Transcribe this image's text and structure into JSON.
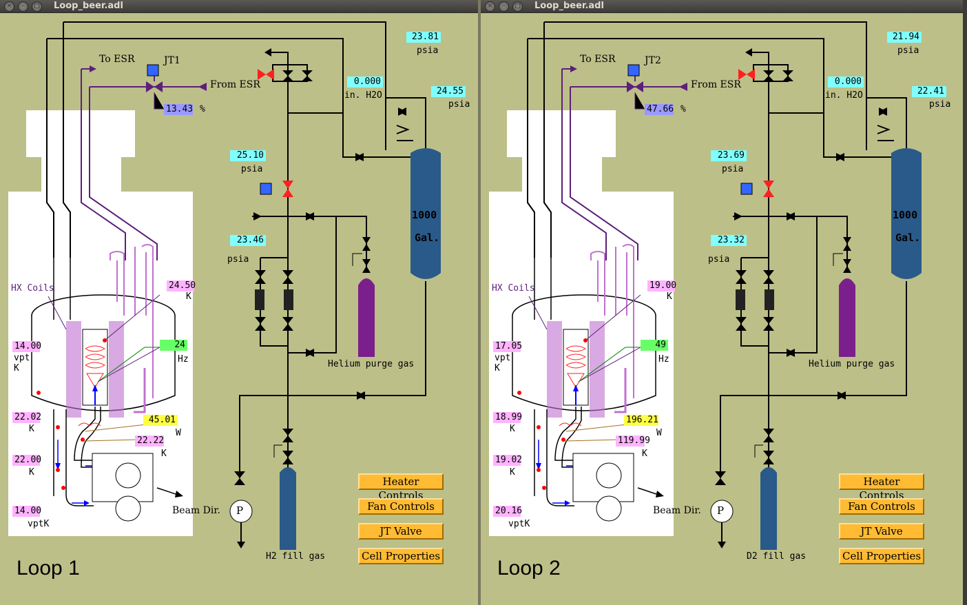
{
  "windows": [
    {
      "title": "Loop_beer.adl",
      "loop_label": "Loop 1",
      "jt_label": "JT1",
      "jt_percent": "13.43",
      "percent_unit": "%",
      "to_esr": "To ESR",
      "from_esr": "From ESR",
      "top_pressure": "23.81",
      "top_pressure_unit": "psia",
      "h2o_value": "0.000",
      "h2o_unit": "in. H2O",
      "tank_pressure": "24.55",
      "tank_pressure_unit": "psia",
      "mid_pressure": "25.10",
      "mid_pressure_unit": "psia",
      "low_pressure": "23.46",
      "low_pressure_unit": "psia",
      "tank_label_1": "1000",
      "tank_label_2": "Gal.",
      "hx_coils": "HX Coils",
      "temp_top_right": "24.50",
      "temp_top_right_unit": "K",
      "fan_hz": "24",
      "fan_hz_unit": "Hz",
      "vpt_value": "14.00",
      "vpt_label": "vpt",
      "vpt_unit": "K",
      "heater_w": "45.01",
      "heater_w_unit": "W",
      "temp_a": "22.02",
      "temp_a_unit": "K",
      "temp_b": "22.22",
      "temp_b_unit": "K",
      "temp_c": "22.00",
      "temp_c_unit": "K",
      "vptk_value": "14.00",
      "vptk_label": "vptK",
      "purge_label": "Helium purge gas",
      "fill_label": "H2 fill gas",
      "beam_label": "Beam Dir.",
      "pump_label": "P",
      "buttons": [
        "Heater Controls",
        "Fan Controls",
        "JT Valve",
        "Cell Properties"
      ]
    },
    {
      "title": "Loop_beer.adl",
      "loop_label": "Loop 2",
      "jt_label": "JT2",
      "jt_percent": "47.66",
      "percent_unit": "%",
      "to_esr": "To ESR",
      "from_esr": "From ESR",
      "top_pressure": "21.94",
      "top_pressure_unit": "psia",
      "h2o_value": "0.000",
      "h2o_unit": "in. H2O",
      "tank_pressure": "22.41",
      "tank_pressure_unit": "psia",
      "mid_pressure": "23.69",
      "mid_pressure_unit": "psia",
      "low_pressure": "23.32",
      "low_pressure_unit": "psia",
      "tank_label_1": "1000",
      "tank_label_2": "Gal.",
      "hx_coils": "HX Coils",
      "temp_top_right": "19.00",
      "temp_top_right_unit": "K",
      "fan_hz": "49",
      "fan_hz_unit": "Hz",
      "vpt_value": "17.05",
      "vpt_label": "vpt",
      "vpt_unit": "K",
      "heater_w": "196.21",
      "heater_w_unit": "W",
      "temp_a": "18.99",
      "temp_a_unit": "K",
      "temp_b": "119.99",
      "temp_b_unit": "K",
      "temp_c": "19.02",
      "temp_c_unit": "K",
      "vptk_value": "20.16",
      "vptk_label": "vptK",
      "purge_label": "Helium purge gas",
      "fill_label": "D2 fill gas",
      "beam_label": "Beam Dir.",
      "pump_label": "P",
      "buttons": [
        "Heater Controls",
        "Fan Controls",
        "JT Valve",
        "Cell Properties"
      ]
    }
  ],
  "colors": {
    "background": "#bcbf88",
    "tank": "#2a5a8a",
    "purge_bottle": "#7b1f8c",
    "pipe_purple": "#5c1f7a",
    "valve_red": "#ff2020",
    "button": "#ffbb33"
  }
}
